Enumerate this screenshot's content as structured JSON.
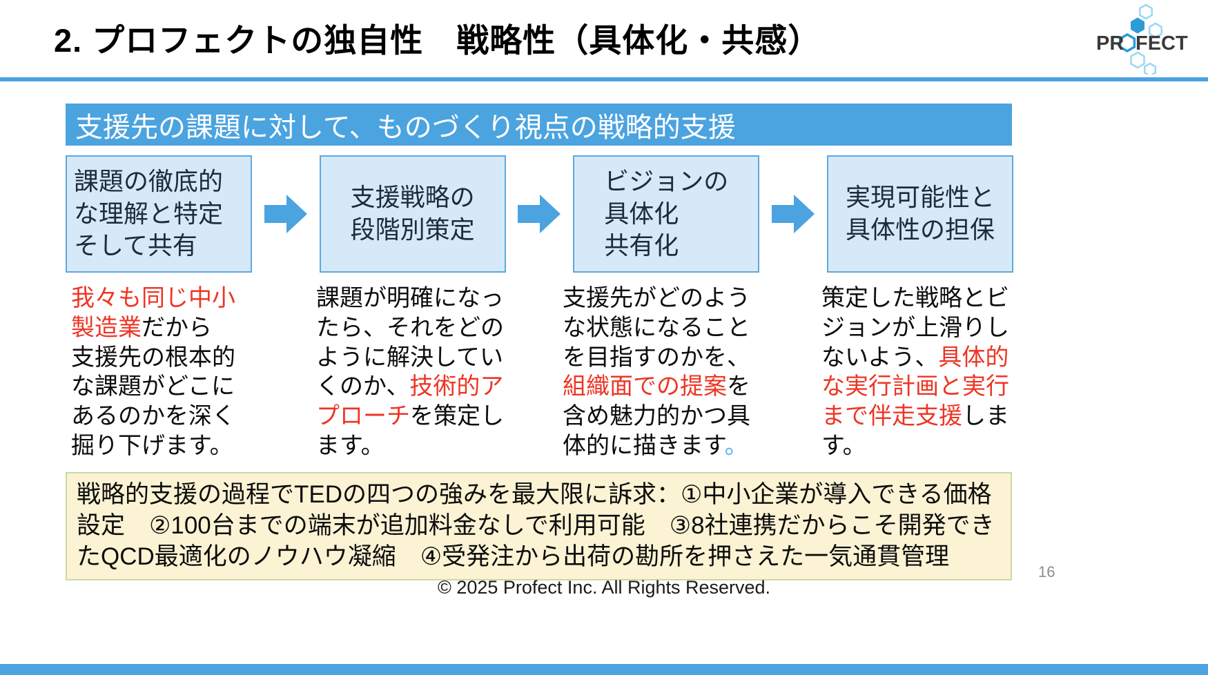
{
  "header": {
    "title": "2. プロフェクトの独自性　戦略性（具体化・共感）",
    "logo_text_left": "PR",
    "logo_text_right": "FECT"
  },
  "banner": {
    "text": "支援先の課題に対して、ものづくり視点の戦略的支援"
  },
  "steps": {
    "boxes": [
      "課題の徹底的\nな理解と特定\nそして共有",
      "支援戦略の\n段階別策定",
      "ビジョンの\n具体化\n共有化",
      "実現可能性と\n具体性の担保"
    ]
  },
  "descriptions": [
    {
      "segments": [
        {
          "text": "我々も同じ中小製造業",
          "color": "red"
        },
        {
          "text": "だから\n支援先の根本的な課題がどこにあるのかを深く掘り下げます。",
          "color": "default"
        }
      ]
    },
    {
      "segments": [
        {
          "text": "課題が明確になったら、それをどのように解決していくのか、",
          "color": "default"
        },
        {
          "text": "技術的アプローチ",
          "color": "red"
        },
        {
          "text": "を策定します。",
          "color": "default"
        }
      ]
    },
    {
      "segments": [
        {
          "text": "支援先がどのような状態になることを目指すのかを、",
          "color": "default"
        },
        {
          "text": "組織面での提案",
          "color": "red"
        },
        {
          "text": "を含め魅力的かつ具体的に描きます",
          "color": "default"
        },
        {
          "text": "。",
          "color": "blue"
        }
      ]
    },
    {
      "segments": [
        {
          "text": "策定した戦略とビジョンが上滑りしないよう、",
          "color": "default"
        },
        {
          "text": "具体的な実行計画と実行まで伴走支援",
          "color": "red"
        },
        {
          "text": "します。",
          "color": "default"
        }
      ]
    }
  ],
  "note": {
    "text": "戦略的支援の過程でTEDの四つの強みを最大限に訴求：①中小企業が導入できる価格設定　②100台までの端末が追加料金なしで利用可能　③8社連携だからこそ開発できたQCD最適化のノウハウ凝縮　④受発注から出荷の勘所を押さえた一気通貫管理"
  },
  "footer": {
    "copyright": "© 2025 Profect Inc. All Rights Reserved.",
    "page_number": "16"
  },
  "colors": {
    "accent_blue": "#4BA3E0",
    "box_fill": "#D6E9F8",
    "box_border": "#5FA8DC",
    "red_text": "#EE3524",
    "blue_period": "#56B2E8",
    "note_fill": "#FCF3D4",
    "note_border": "#C9DAA2",
    "page_gray": "#8C8C8C"
  }
}
